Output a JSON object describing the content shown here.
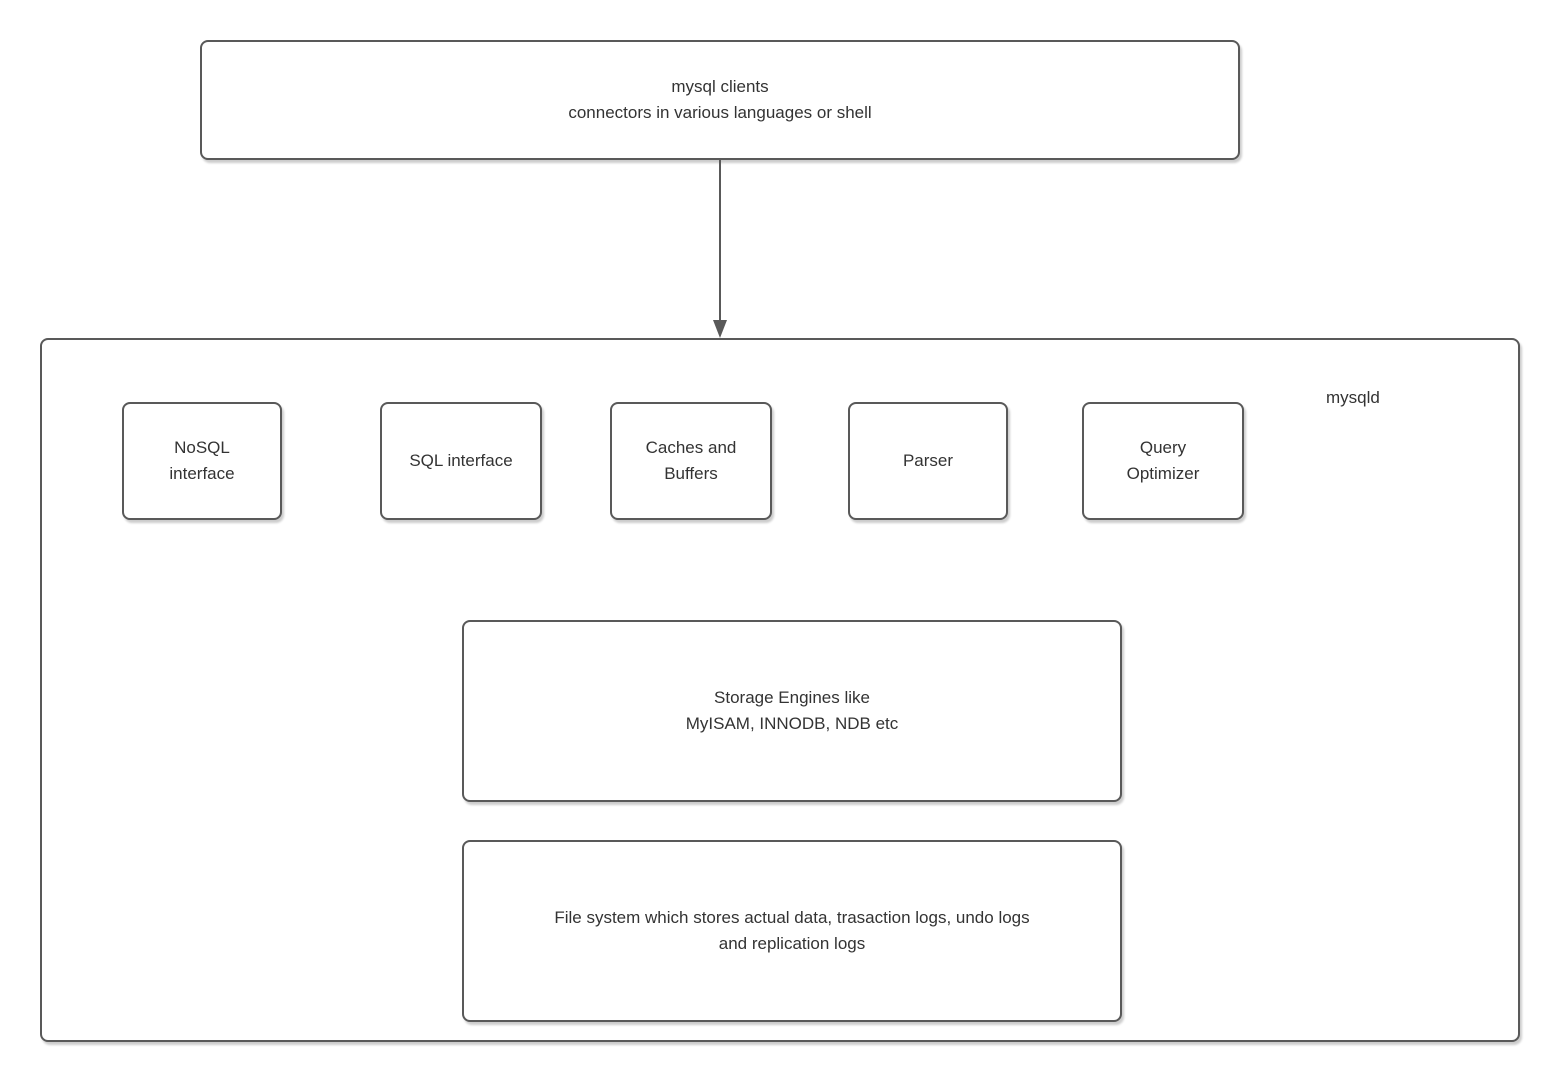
{
  "colors": {
    "border": "#595959",
    "text": "#333333",
    "background": "#ffffff"
  },
  "clients_box": {
    "lines": [
      "mysql clients",
      "connectors in various languages or shell"
    ]
  },
  "mysqld_container": {
    "label": "mysqld"
  },
  "components": [
    {
      "id": "nosql-interface",
      "lines": [
        "NoSQL",
        "interface"
      ]
    },
    {
      "id": "sql-interface",
      "lines": [
        "SQL interface"
      ]
    },
    {
      "id": "caches-and-buffers",
      "lines": [
        "Caches and",
        "Buffers"
      ]
    },
    {
      "id": "parser",
      "lines": [
        "Parser"
      ]
    },
    {
      "id": "query-optimizer",
      "lines": [
        "Query",
        "Optimizer"
      ]
    }
  ],
  "storage_box": {
    "lines": [
      "Storage Engines like",
      "MyISAM, INNODB, NDB etc"
    ]
  },
  "filesystem_box": {
    "lines": [
      "File system which stores actual data, trasaction logs, undo logs",
      "and replication logs"
    ]
  }
}
